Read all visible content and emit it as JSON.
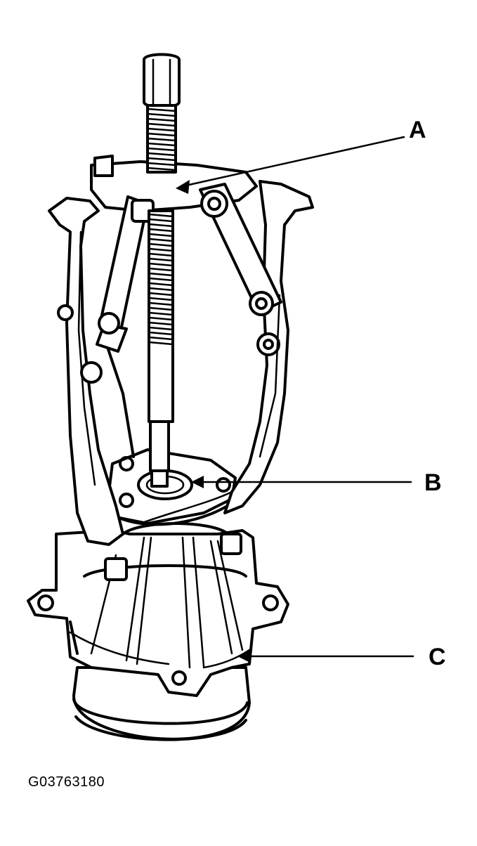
{
  "figure": {
    "callouts": [
      {
        "id": "A",
        "label": "A"
      },
      {
        "id": "B",
        "label": "B"
      },
      {
        "id": "C",
        "label": "C"
      }
    ],
    "figure_code": "G03763180"
  }
}
